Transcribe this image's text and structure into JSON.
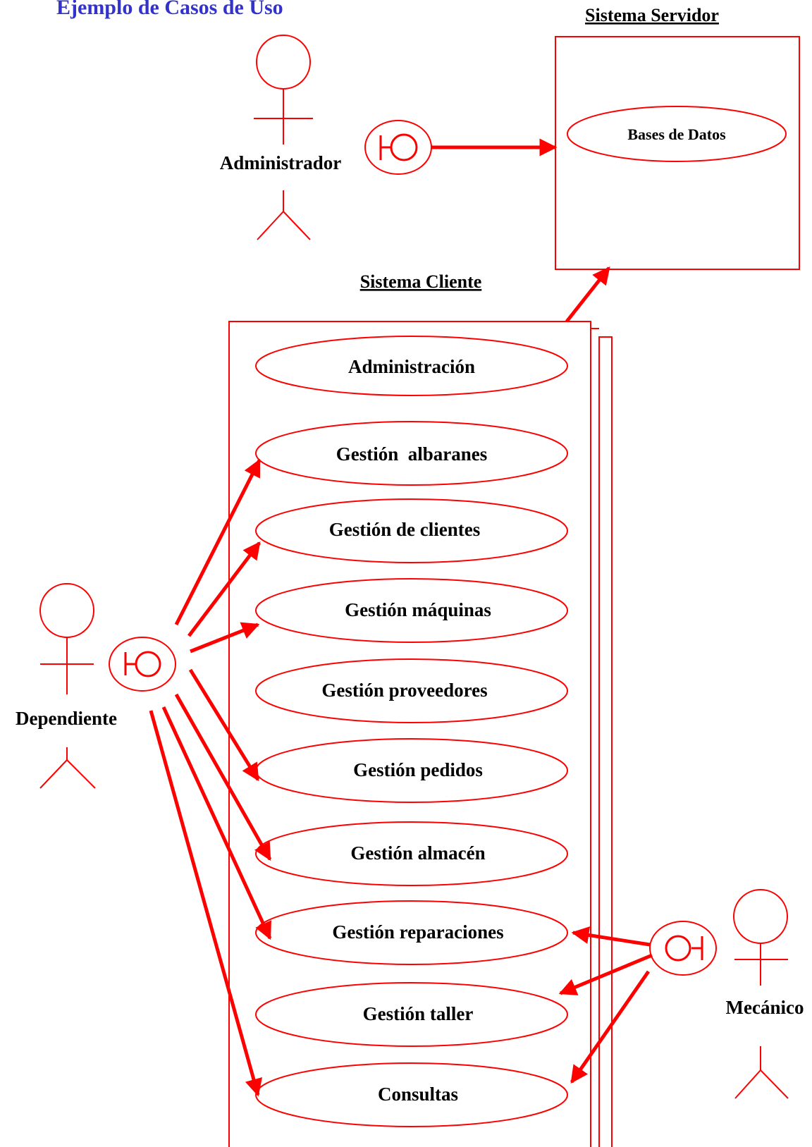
{
  "colors": {
    "line": "#ff0000",
    "text": "#000000",
    "title": "#3333cc"
  },
  "page_title": "Ejemplo de Casos de Uso",
  "systems": {
    "server": {
      "title": "Sistema Servidor",
      "use_cases": [
        "Bases de Datos"
      ]
    },
    "client": {
      "title": "Sistema Cliente",
      "use_cases": [
        "Administración",
        "Gestión  albaranes",
        "Gestión de clientes",
        "Gestión máquinas",
        "Gestión proveedores",
        "Gestión pedidos",
        "Gestión almacén",
        "Gestión reparaciones",
        "Gestión taller",
        "Consultas"
      ]
    }
  },
  "actors": {
    "admin": "Administrador",
    "dependiente": "Dependiente",
    "mecanico": "Mecánico"
  },
  "icons": {
    "actor": "stick-figure-icon",
    "interface": "boundary-interface-icon"
  }
}
